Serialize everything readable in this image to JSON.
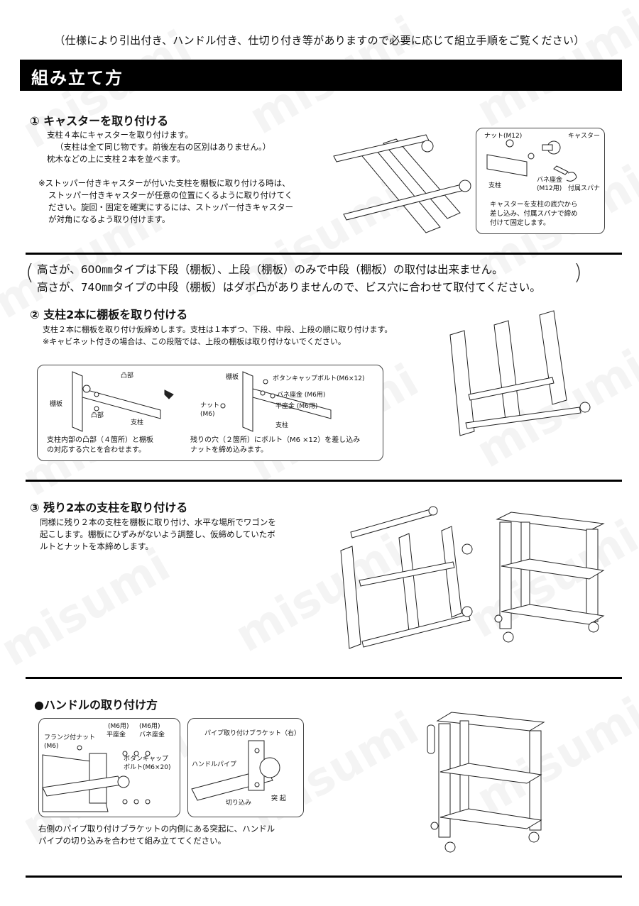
{
  "top_note": "（仕様により引出付き、ハンドル付き、仕切り付き等がありますので必要に応じて組立手順をご覧ください）",
  "title": "組み立て方",
  "watermark": "misumi",
  "step1": {
    "heading": "① キャスターを取り付ける",
    "lines": [
      "支柱４本にキャスターを取り付けます。",
      "（支柱は全て同じ物です。前後左右の区別はありません。）",
      "枕木などの上に支柱２本を並べます。"
    ],
    "note_lines": [
      "※ストッパー付きキャスターが付いた支柱を棚板に取り付ける時は、",
      "ストッパー付きキャスターが任意の位置にくるように取り付けてく",
      "ださい。旋回・固定を確実にするには、ストッパー付きキャスター",
      "が対角になるよう取り付けます。"
    ],
    "box": {
      "nut": "ナット(M12)",
      "caster": "キャスター",
      "post": "支柱",
      "spring_washer": "バネ座金",
      "spring_washer_size": "(M12用)",
      "spanner": "付属スパナ",
      "caption_lines": [
        "キャスターを支柱の底穴から",
        "差し込み、付属スパナで締め",
        "付けて固定します。"
      ]
    }
  },
  "warning": {
    "line1": "高さが、600㎜タイプは下段（棚板）、上段（棚板）のみで中段（棚板）の取付は出来ません。",
    "line2": "高さが、740㎜タイプの中段（棚板）はダボ凸がありませんので、ビス穴に合わせて取付てください。"
  },
  "step2": {
    "heading": "② 支柱2本に棚板を取り付ける",
    "lines": [
      "支柱２本に棚板を取り付け仮締めします。支柱は１本ずつ、下段、中段、上段の順に取り付けます。",
      "※キャビネット付きの場合は、この段階では、上段の棚板は取り付けないでください。"
    ],
    "box": {
      "left_convex": "凸部",
      "left_shelf": "棚板",
      "left_convex2": "凸部",
      "left_post": "支柱",
      "left_caption": [
        "支柱内部の凸部（４箇所）と棚板",
        "の対応する穴とを合わせます。"
      ],
      "right_shelf": "棚板",
      "right_bolt": "ボタンキャップボルト(M6×12)",
      "right_spring": "バネ座金 (M6用)",
      "right_flat": "平座金 (M6用)",
      "right_nut": "ナット",
      "right_nut_size": "(M6)",
      "right_post": "支柱",
      "right_caption": [
        "残りの穴（２箇所）にボルト（M6 ×12）を差し込み",
        "ナットを締め込みます。"
      ]
    }
  },
  "step3": {
    "heading": "③ 残り2本の支柱を取り付ける",
    "lines": [
      "同様に残り２本の支柱を棚板に取り付け、水平な場所でワゴンを",
      "起こします。棚板にひずみがないよう調整し、仮締めしていたボ",
      "ルトとナットを本締めします。"
    ]
  },
  "handle": {
    "heading": "●ハンドルの取り付け方",
    "box1": {
      "m6a": "(M6用)",
      "m6b": "(M6用)",
      "flat": "平座金",
      "spring": "バネ座金",
      "flange": "フランジ付ナット",
      "flange_size": "(M6)",
      "bolt": "ボタンキャップ",
      "bolt_size": "ボルト(M6×20)"
    },
    "box2": {
      "bracket": "パイプ取り付けブラケット（右）",
      "pipe": "ハンドルパイプ",
      "notch": "切り込み",
      "protrusion": "突 起"
    },
    "caption_lines": [
      "右側のパイプ取り付けブラケットの内側にある突起に、ハンドル",
      "パイプの切り込みを合わせて組み立ててください。"
    ]
  }
}
